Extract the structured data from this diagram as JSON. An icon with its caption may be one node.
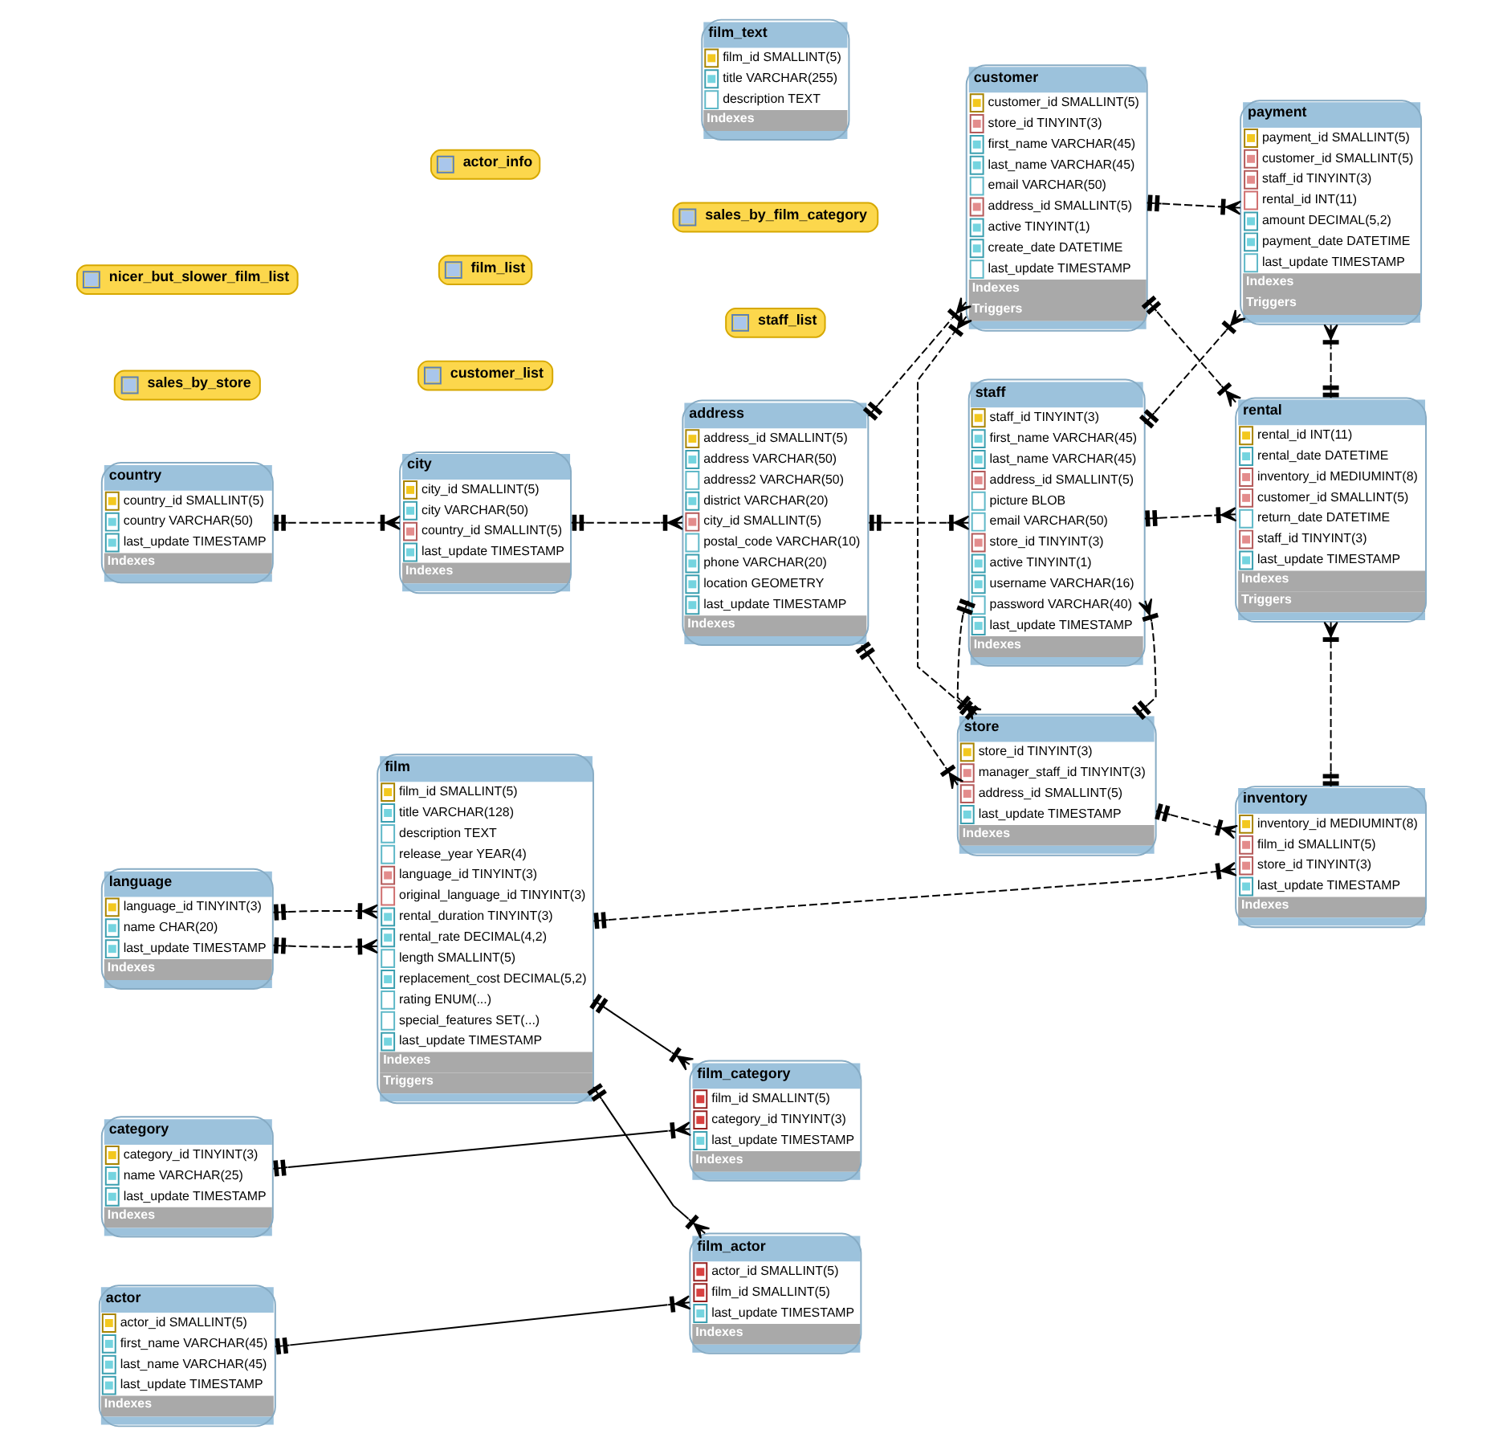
{
  "diagram": {
    "nodes": [
      {
        "text": [
          "country",
          "country_id SMALLINT(5)",
          "country VARCHAR(50)",
          "last_update TIMESTAMP",
          "Indexes"
        ]
      },
      {
        "text": [
          "city",
          "city_id SMALLINT(5)",
          "city VARCHAR(50)",
          "country_id SMALLINT(5)",
          "last_update TIMESTAMP",
          "Indexes"
        ]
      },
      {
        "text": [
          "address",
          "address_id SMALLINT(5)",
          "address VARCHAR(50)",
          "address2 VARCHAR(50)",
          "district VARCHAR(20)",
          "city_id SMALLINT(5)",
          "postal_code VARCHAR(10)",
          "phone VARCHAR(20)",
          "location GEOMETRY",
          "last_update TIMESTAMP",
          "Indexes"
        ]
      },
      {
        "text": [
          "store",
          "store_id TINYINT(3)",
          "manager_staff_id TINYINT(3)",
          "address_id SMALLINT(5)",
          "last_update TIMESTAMP",
          "Indexes"
        ]
      },
      {
        "text": [
          "staff",
          "staff_id TINYINT(3)",
          "first_name VARCHAR(45)",
          "last_name VARCHAR(45)",
          "address_id SMALLINT(5)",
          "picture BLOB",
          "email VARCHAR(50)",
          "store_id TINYINT(3)",
          "active TINYINT(1)",
          "username VARCHAR(16)",
          "password VARCHAR(40)",
          "last_update TIMESTAMP",
          "Indexes"
        ]
      },
      {
        "text": [
          "payment",
          "payment_id SMALLINT(5)",
          "customer_id SMALLINT(5)",
          "staff_id TINYINT(3)",
          "rental_id INT(11)",
          "amount DECIMAL(5,2)",
          "payment_date DATETIME",
          "last_update TIMESTAMP",
          "Indexes",
          "Triggers"
        ]
      },
      {
        "text": [
          "staff_list"
        ]
      },
      {
        "text": [
          "customer",
          "customer_id SMALLINT(5)",
          "store_id TINYINT(3)",
          "first_name VARCHAR(45)",
          "last_name VARCHAR(45)",
          "email VARCHAR(50)",
          "address_id SMALLINT(5)",
          "active TINYINT(1)",
          "create_date DATETIME",
          "last_update TIMESTAMP",
          "Indexes",
          "Triggers"
        ]
      },
      {
        "text": [
          "inventory",
          "inventory_id MEDIUMINT(8)",
          "film_id SMALLINT(5)",
          "store_id TINYINT(3)",
          "last_update TIMESTAMP",
          "Indexes"
        ]
      },
      {
        "text": [
          "rental",
          "rental_id INT(11)",
          "rental_date DATETIME",
          "inventory_id MEDIUMINT(8)",
          "customer_id SMALLINT(5)",
          "return_date DATETIME",
          "staff_id TINYINT(3)",
          "last_update TIMESTAMP",
          "Indexes",
          "Triggers"
        ]
      },
      {
        "text": [
          "sales_by_film_category"
        ]
      },
      {
        "text": [
          "language",
          "language_id TINYINT(3)",
          "name CHAR(20)",
          "last_update TIMESTAMP",
          "Indexes"
        ]
      },
      {
        "text": [
          "film",
          "film_id SMALLINT(5)",
          "title VARCHAR(128)",
          "description TEXT",
          "release_year YEAR(4)",
          "language_id TINYINT(3)",
          "original_language_id TINYINT(3)",
          "rental_duration TINYINT(3)",
          "rental_rate DECIMAL(4,2)",
          "length SMALLINT(5)",
          "replacement_cost DECIMAL(5,2)",
          "rating ENUM(...)",
          "special_features SET(...)",
          "last_update TIMESTAMP",
          "Indexes",
          "Triggers"
        ]
      },
      {
        "text": [
          "customer_list"
        ]
      },
      {
        "text": [
          "film_list"
        ]
      },
      {
        "text": [
          "category",
          "category_id TINYINT(3)",
          "name VARCHAR(25)",
          "last_update TIMESTAMP",
          "Indexes"
        ]
      },
      {
        "text": [
          "film_category",
          "film_id SMALLINT(5)",
          "category_id TINYINT(3)",
          "last_update TIMESTAMP",
          "Indexes"
        ]
      },
      {
        "text": [
          "film_actor",
          "actor_id SMALLINT(5)",
          "film_id SMALLINT(5)",
          "last_update TIMESTAMP",
          "Indexes"
        ]
      },
      {
        "text": [
          "actor",
          "actor_id SMALLINT(5)",
          "first_name VARCHAR(45)",
          "last_name VARCHAR(45)",
          "last_update TIMESTAMP",
          "Indexes"
        ]
      },
      {
        "text": [
          "film_text",
          "film_id SMALLINT(5)",
          "title VARCHAR(255)",
          "description TEXT",
          "Indexes"
        ]
      },
      {
        "text": [
          "sales_by_store"
        ]
      },
      {
        "text": [
          "actor_info"
        ]
      },
      {
        "text": [
          "nicer_but_slower_film_list"
        ]
      }
    ],
    "edges": [
      {
        "from": 0,
        "to": 1,
        "arrow": "other",
        "style": "dashed"
      },
      {
        "from": 1,
        "to": 2,
        "arrow": "other",
        "style": "dashed"
      },
      {
        "from": 2,
        "to": 3,
        "arrow": "other",
        "style": "dashed"
      },
      {
        "from": 2,
        "to": 4,
        "arrow": "other",
        "style": "dashed"
      },
      {
        "from": 2,
        "to": 7,
        "arrow": "other",
        "style": "dashed"
      },
      {
        "from": 3,
        "to": 4,
        "arrow": "other",
        "style": "dashed"
      },
      {
        "from": 4,
        "to": 3,
        "arrow": "other",
        "style": "dashed"
      },
      {
        "from": 3,
        "to": 7,
        "arrow": "other",
        "style": "dashed"
      },
      {
        "from": 3,
        "to": 8,
        "arrow": "other",
        "style": "dashed"
      },
      {
        "from": 4,
        "to": 9,
        "arrow": "other",
        "style": "dashed"
      },
      {
        "from": 4,
        "to": 5,
        "arrow": "other",
        "style": "dashed"
      },
      {
        "from": 7,
        "to": 5,
        "arrow": "other",
        "style": "dashed"
      },
      {
        "from": 7,
        "to": 9,
        "arrow": "other",
        "style": "dashed"
      },
      {
        "from": 9,
        "to": 5,
        "arrow": "other",
        "style": "dashed"
      },
      {
        "from": 8,
        "to": 9,
        "arrow": "other",
        "style": "dashed"
      },
      {
        "from": 11,
        "to": 12,
        "arrow": "other",
        "style": "dashed"
      },
      {
        "from": 11,
        "to": 12,
        "arrow": "other",
        "style": "dashed"
      },
      {
        "from": 12,
        "to": 8,
        "arrow": "other",
        "style": "dashed"
      },
      {
        "from": 12,
        "to": 16,
        "arrow": "other"
      },
      {
        "from": 15,
        "to": 16,
        "arrow": "other"
      },
      {
        "from": 12,
        "to": 17,
        "arrow": "other"
      },
      {
        "from": 18,
        "to": 17,
        "arrow": "other"
      }
    ]
  }
}
